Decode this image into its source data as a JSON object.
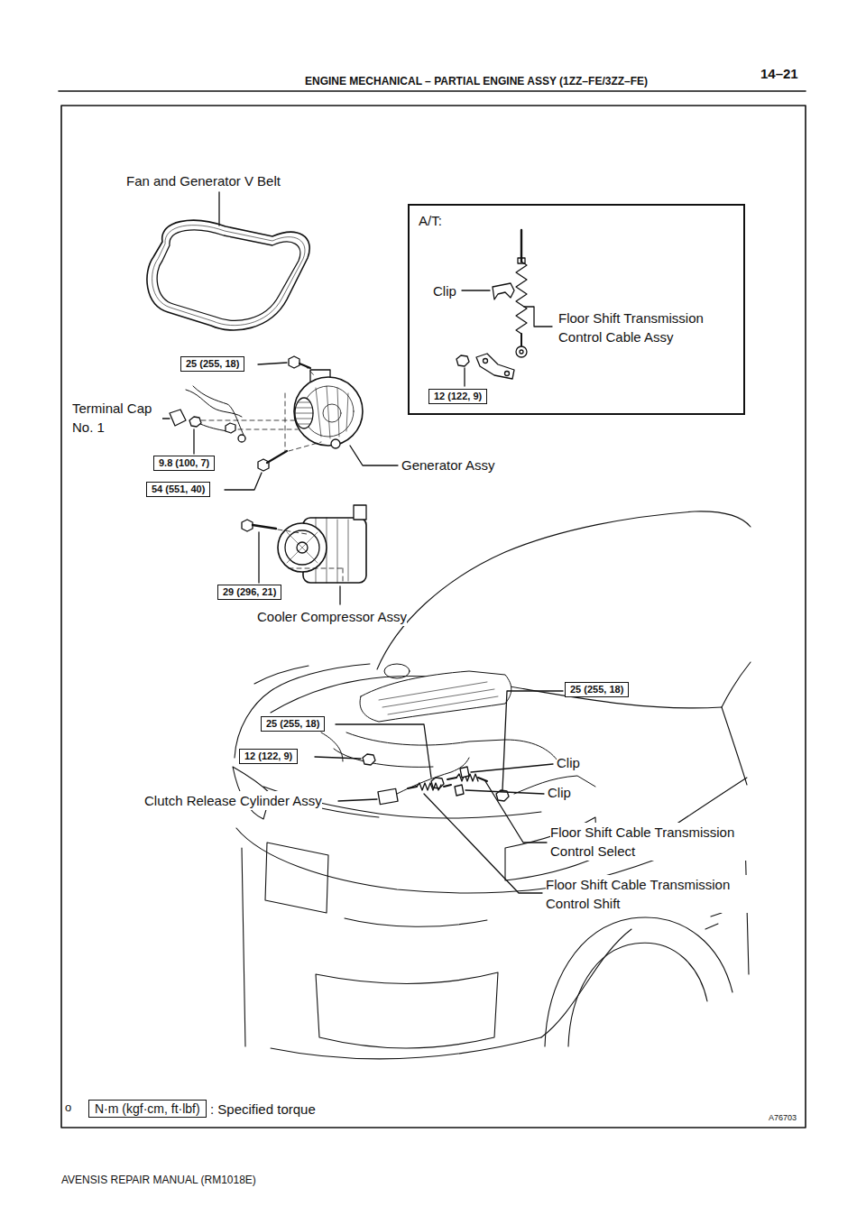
{
  "diagram": {
    "title": "ENGINE MECHANICAL – PARTIAL ENGINE ASSY (1ZZ–FE/3ZZ–FE)",
    "nodes": [
      {
        "text": [
          "A/T:",
          "Clip",
          "Floor Shift Transmission Control Cable Assy"
        ]
      },
      {
        "text": [
          "12 (122, 9)"
        ],
        "in": 0
      },
      {
        "text": [
          "25 (255, 18)"
        ]
      },
      {
        "text": [
          "9.8 (100, 7)"
        ]
      },
      {
        "text": [
          "54 (551, 40)"
        ]
      },
      {
        "text": [
          "29 (296, 21)"
        ]
      },
      {
        "text": [
          "25 (255, 18)"
        ]
      },
      {
        "text": [
          "25 (255, 18)"
        ]
      },
      {
        "text": [
          "12 (122, 9)"
        ]
      },
      {
        "text": [
          "N·m (kgf·cm, ft·lbf)"
        ]
      }
    ],
    "labels": [
      "14–21",
      "Fan and Generator V Belt",
      "Terminal Cap No. 1",
      "Generator Assy",
      "Cooler Compressor Assy",
      "Clip",
      "Clip",
      "Clutch Release Cylinder Assy",
      "Floor Shift Cable Transmission Control Select",
      "Floor Shift Cable Transmission Control Shift",
      "o",
      ": Specified torque",
      "A76703",
      "AVENSIS REPAIR MANUAL (RM1018E)"
    ]
  }
}
